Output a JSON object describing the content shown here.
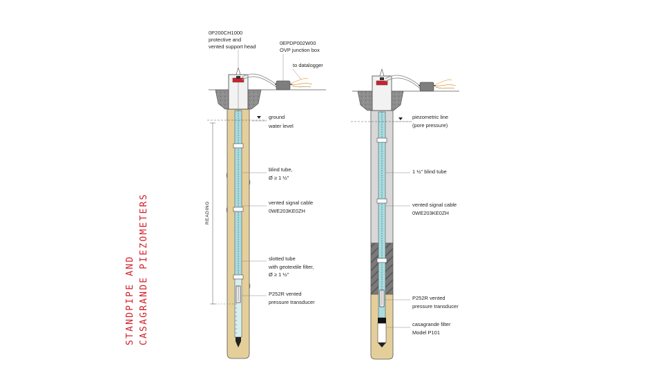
{
  "title": {
    "line1": "STANDPIPE AND",
    "line2": "CASAGRANDE PIEZOMETERS"
  },
  "standpipe": {
    "head_code": "0P200CH1000",
    "head_desc1": "protective and",
    "head_desc2": "vented support head",
    "box_code": "0EPDP002W00",
    "box_desc": "OVP junction box",
    "datalogger": "to datalogger",
    "water1": "ground",
    "water2": "water level",
    "blind1": "blind tube,",
    "blind2": "Ø ≥ 1 ½\"",
    "cable1": "vented signal cable",
    "cable2": "0WE203KE0ZH",
    "slot1": "slotted tube",
    "slot2": "with geotextile filter,",
    "slot3": "Ø ≥ 1 ½\"",
    "trans1": "P252R vented",
    "trans2": "pressure transducer",
    "reading": "READING"
  },
  "casagrande": {
    "piezo1": "piezometric line",
    "piezo2": "(pore pressure)",
    "blind": "1 ½\" blind tube",
    "cable1": "vented signal cable",
    "cable2": "0WE203KE0ZH",
    "trans1": "P252R vented",
    "trans2": "pressure transducer",
    "filter1": "casagrande filter",
    "filter2": "Model P101"
  },
  "colors": {
    "title_red": "#d0202a",
    "soil_tan": "#e4cf9b",
    "grout_grey": "#d8d8d8",
    "tube_cyan": "#a9dce0",
    "concrete_grey": "#8a8a8a",
    "cap_red": "#d0202a",
    "cable_orange": "#e7a44a"
  }
}
